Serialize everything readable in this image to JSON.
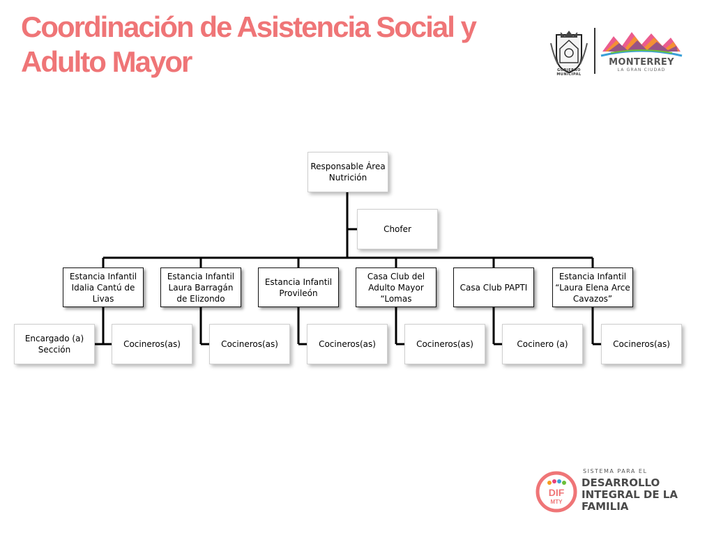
{
  "slide": {
    "title_line1": "Coordinación de Asistencia Social y",
    "title_line2": "Adulto Mayor"
  },
  "logos": {
    "seal_caption": "GOBIERNO MUNICIPAL",
    "city_name": "MONTERREY",
    "city_slogan": "LA GRAN CIUDAD",
    "dif_small": "SISTEMA PARA EL",
    "dif_line1": "DESARROLLO",
    "dif_line2": "INTEGRAL DE LA",
    "dif_line3": "FAMILIA",
    "dif_badge_top": "DIF",
    "dif_badge_bottom": "MTY",
    "accent_color": "#ef7577"
  },
  "org_chart": {
    "root": "Responsable Área Nutrición",
    "assistant": "Chofer",
    "units": [
      {
        "name": "Estancia Infantil Idalia Cantú de Livas",
        "staff": [
          "Encargado (a) Sección",
          "Cocineros(as)"
        ]
      },
      {
        "name": "Estancia Infantil Laura Barragán de Elizondo",
        "staff": [
          "Cocineros(as)"
        ]
      },
      {
        "name": "Estancia Infantil Provileón",
        "staff": [
          "Cocineros(as)"
        ]
      },
      {
        "name": "Casa Club del Adulto Mayor “Lomas",
        "staff": [
          "Cocineros(as)"
        ]
      },
      {
        "name": "Casa Club PAPTI",
        "staff": [
          "Cocinero (a)"
        ]
      },
      {
        "name": "Estancia Infantil “Laura Elena Arce Cavazos”",
        "staff": [
          "Cocineros(as)"
        ]
      }
    ]
  }
}
